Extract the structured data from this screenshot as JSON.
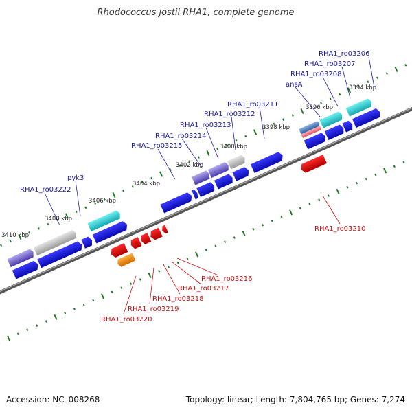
{
  "title": "Rhodococcus jostii RHA1, complete genome",
  "footer": {
    "accession": "Accession: NC_008268",
    "topology": "Topology: linear; Length: 7,804,765 bp; Genes: 7,274"
  },
  "ruler_labels": [
    "3394 kbp",
    "3396 kbp",
    "3398 kbp",
    "3400 kbp",
    "3402 kbp",
    "3404 kbp",
    "3406 kbp",
    "3408 kbp",
    "3410 kbp"
  ],
  "top_gene_labels": [
    "RHA1_ro03206",
    "RHA1_ro03207",
    "RHA1_ro03208",
    "ansA",
    "RHA1_ro03211",
    "RHA1_ro03212",
    "RHA1_ro03213",
    "RHA1_ro03214",
    "RHA1_ro03215",
    "pyk3",
    "RHA1_ro03222"
  ],
  "bottom_gene_labels": [
    "RHA1_ro03210",
    "RHA1_ro03216",
    "RHA1_ro03217",
    "RHA1_ro03218",
    "RHA1_ro03219",
    "RHA1_ro03220"
  ],
  "colors": {
    "forward_gene": "#1a1acc",
    "reverse_gene": "#e01010",
    "highlight_cyan": "#22c4c8",
    "highlight_grey": "#b8b8b8",
    "highlight_purple": "#6a5acd",
    "highlight_orange": "#f08000",
    "backbone": "#777777",
    "tick": "#1f7a1f"
  }
}
